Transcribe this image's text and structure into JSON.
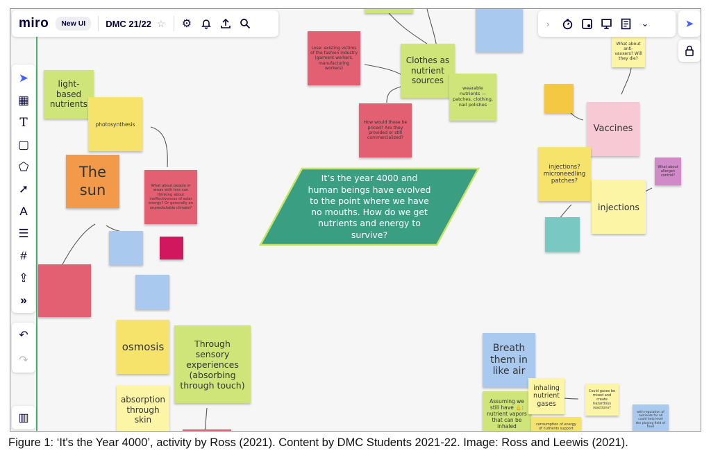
{
  "app": {
    "logo": "miro",
    "badge": "New UI",
    "board_title": "DMC 21/22"
  },
  "toolbar_icons": [
    "star-icon",
    "gear-icon",
    "bell-icon",
    "upload-icon",
    "search-icon"
  ],
  "right_toolbar_icons": [
    "chevron-right-icon",
    "timer-icon",
    "voting-icon",
    "presentation-icon",
    "notes-icon",
    "more-icon"
  ],
  "left_tools": {
    "select": "➤",
    "templates": "▦",
    "text": "T",
    "sticky": "▢",
    "shapes": "⬠",
    "connector": "➚",
    "pen": "A",
    "comment": "☰",
    "frame": "#",
    "upload": "⇪",
    "more": "»",
    "undo": "↶",
    "redo": "↷",
    "frames_list": "▥"
  },
  "colors": {
    "accent": "#4262ff",
    "centre_shape": "#3a9e82",
    "centre_border": "#c7e463"
  },
  "centre": {
    "text": "It’s the year 4000 and human beings have evolved to the point where we have no mouths. How do we get nutrients and energy to survive?"
  },
  "notes": {
    "light_based": "light-based nutrients",
    "photosynthesis": "photosynthesis",
    "the_sun": "The sun",
    "people_low_sun": "What about people in areas with less sun thinking about ineffectiveness of solar energy? Or generally an unpredictable climate?",
    "small_dark": "",
    "supplement_note": "",
    "blue_small_1": "",
    "blue_small_2": "",
    "sunless_note": "",
    "osmosis": "osmosis",
    "sensory": "Through sensory experiences (absorbing through touch)",
    "absorption_skin": "absorption through skin",
    "clothes_sources": "Clothes as nutrient sources",
    "lose_victims": "Lose: existing victims of the fashion industry (garment workers, manufacturing workers)",
    "priced": "How would these be priced? Are they provided or still commercialized?",
    "wearable": "wearable nutrients — patches, clothing, nail polishes",
    "blue_top": "",
    "vaccines": "Vaccines",
    "antivaxxers": "What about anti-vaxxers? Will they die?",
    "affordable": "",
    "injections_q": "injections? microneedling patches?",
    "injections": "injections",
    "allergen": "What about allergen control?",
    "teal_note": "",
    "breath": "Breath them in like air",
    "assuming": "Assuming we still have 👃: nutrient vapors that can be inhaled",
    "inhaling": "inhaling nutrient gases",
    "gases_mixed": "Could gases be mixed and create hazardous reactions?",
    "consumption": "consumption of energy of nutrients support",
    "regulation": "with regulation of nutrients for all could help level the playing field of food",
    "top_green": "",
    "bottom_red": ""
  },
  "caption": "Figure 1: ‘It's the Year 4000’, activity by Ross (2021). Content by DMC Students 2021-22. Image: Ross and Leewis (2021)."
}
